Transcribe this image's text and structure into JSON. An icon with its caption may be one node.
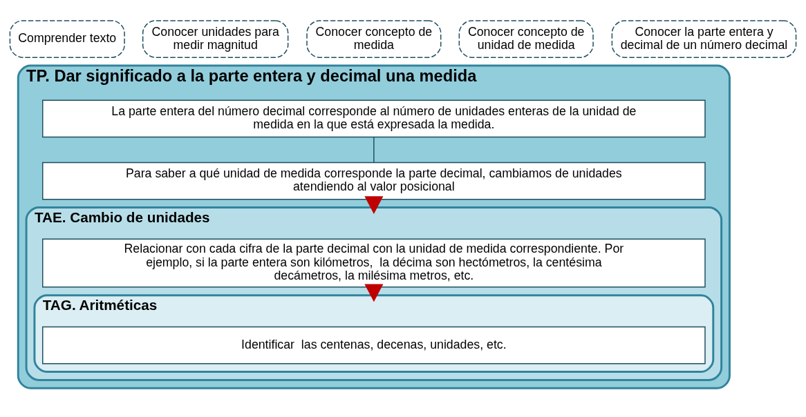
{
  "diagram": {
    "nodes": [
      {
        "text": [
          "Comprender texto"
        ]
      },
      {
        "text": [
          "Conocer unidades para medir magnitud"
        ]
      },
      {
        "text": [
          "Conocer concepto de medida"
        ]
      },
      {
        "text": [
          "Conocer concepto de unidad de medida"
        ]
      },
      {
        "text": [
          "Conocer la parte entera y decimal de un número decimal"
        ]
      },
      {
        "text": [
          "TP. Dar significado a la parte entera y decimal una medida"
        ]
      },
      {
        "text": [
          "La parte entera del número decimal corresponde al número de unidades enteras de la unidad de medida en la que está expresada la medida."
        ],
        "in": 5
      },
      {
        "text": [
          "Para saber a qué unidad de medida corresponde la parte decimal, cambiamos de unidades atendiendo al valor posicional"
        ],
        "in": 5
      },
      {
        "text": [
          "TAE. Cambio de unidades"
        ],
        "in": 5
      },
      {
        "text": [
          "Relacionar con cada cifra de la parte decimal con la unidad de medida correspondiente. Por ejemplo, si la parte entera son kilómetros,  la décima son hectómetros, la centésima decámetros, la milésima metros, etc."
        ],
        "in": 8
      },
      {
        "text": [
          "TAG. Aritméticas"
        ],
        "in": 8
      },
      {
        "text": [
          "Identificar  las centenas, decenas, unidades, etc."
        ],
        "in": 10
      }
    ],
    "edges": [
      {
        "from": 6,
        "to": 7,
        "arrow": "none"
      },
      {
        "from": 7,
        "to": 8,
        "arrow": "to",
        "style": "thick",
        "color": "#c00000"
      },
      {
        "from": 9,
        "to": 10,
        "arrow": "to",
        "style": "thick",
        "color": "#c00000"
      }
    ]
  }
}
